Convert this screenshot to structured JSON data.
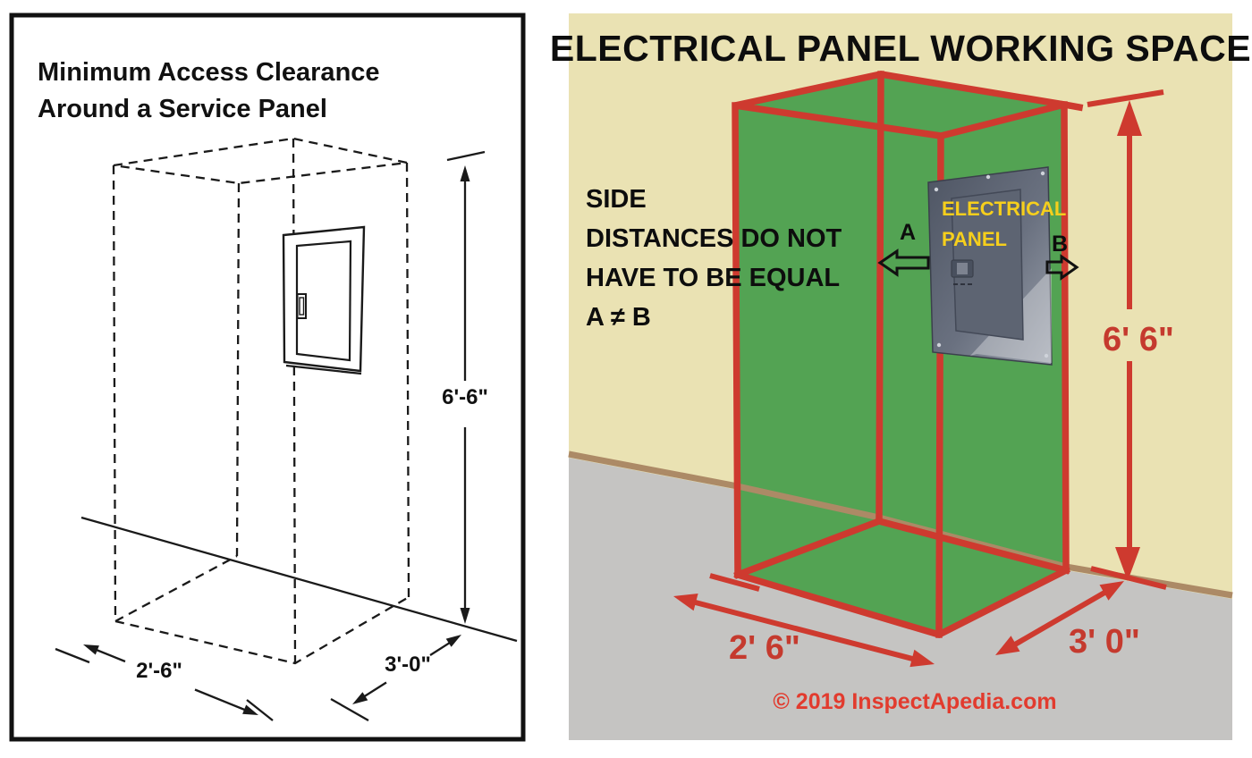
{
  "colors": {
    "background": "#ffffff",
    "line_black": "#1a1a1a",
    "wall_tan": "#eae2b3",
    "floor_gray": "#c5c4c2",
    "baseboard_brown": "#ac8a66",
    "clearance_green": "#53a353",
    "frame_red": "#ce3a2f",
    "dimension_text_red": "#c53a2e",
    "copyright_red": "#e23b2e",
    "panel_gray_dark": "#555c6a",
    "panel_gray_light": "#9aa0ab",
    "panel_label_yellow": "#f6cf1c"
  },
  "left_panel": {
    "title_line1": "Minimum Access Clearance",
    "title_line2": "Around a Service Panel",
    "dim_height": "6'-6\"",
    "dim_depth": "2'-6\"",
    "dim_width": "3'-0\""
  },
  "right_panel": {
    "title": "ELECTRICAL PANEL WORKING SPACE",
    "note_lines": [
      "SIDE",
      "DISTANCES DO NOT",
      "HAVE TO BE EQUAL",
      "A ≠ B"
    ],
    "panel_label_line1": "ELECTRICAL",
    "panel_label_line2": "PANEL",
    "marker_a": "A",
    "marker_b": "B",
    "dim_height": "6' 6\"",
    "dim_depth": "2' 6\"",
    "dim_width": "3' 0\"",
    "copyright": "© 2019 InspectApedia.com"
  }
}
